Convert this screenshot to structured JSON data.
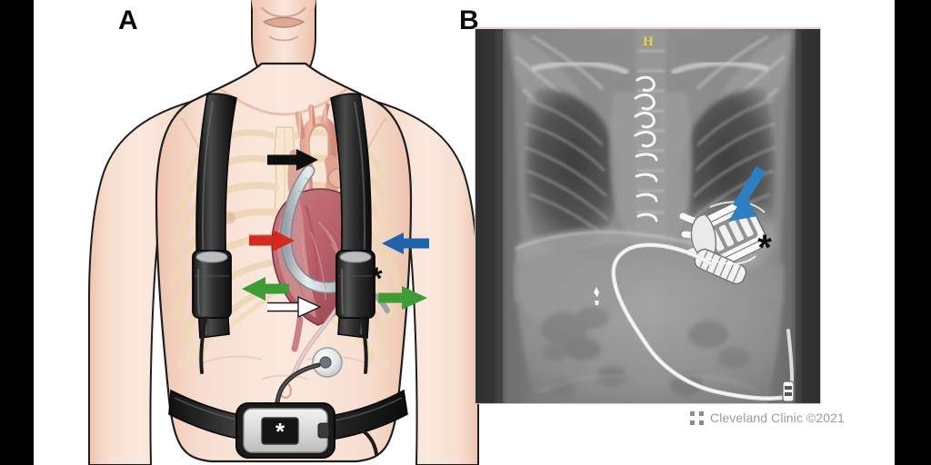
{
  "figure": {
    "panels": [
      {
        "id": "A",
        "label": "A",
        "type": "medical-illustration",
        "description": "Anterior view illustration of a male torso wearing a ventricular assist device wearable system, with the chest rendered transparent to show the heart, great vessels and the implanted pump cannula."
      },
      {
        "id": "B",
        "label": "B",
        "type": "radiograph",
        "description": "Frontal chest and abdominal radiograph showing the implanted pump, sternal closure wires, spine, and the driveline coursing to the exit site."
      }
    ]
  },
  "panel_a": {
    "label": "A",
    "annotations": [
      {
        "name": "black-arrow",
        "symbol": "arrow",
        "color": "#0f0f0f",
        "direction": "right",
        "points_to": "outflow graft anastomosis at the ascending aorta"
      },
      {
        "name": "red-arrow",
        "symbol": "arrow",
        "color": "#d42a20",
        "direction": "right",
        "points_to": "outflow graft along the right heart border"
      },
      {
        "name": "blue-arrow",
        "symbol": "arrow",
        "color": "#1f63ad",
        "direction": "left",
        "points_to": "implanted pump at the left ventricular apex"
      },
      {
        "name": "white-arrow",
        "symbol": "arrow",
        "color": "#ffffff",
        "direction": "right",
        "points_to": "driveline tunnelled through the abdominal wall"
      },
      {
        "name": "green-arrow-left",
        "symbol": "arrow",
        "color": "#3f9b35",
        "direction": "left",
        "points_to": "wearable battery on the right shoulder strap"
      },
      {
        "name": "green-arrow-right",
        "symbol": "arrow",
        "color": "#3f9b35",
        "direction": "right",
        "points_to": "wearable battery on the left shoulder strap"
      },
      {
        "name": "asterisk-chest",
        "symbol": "*",
        "color": "#0f0f0f",
        "points_to": "driveline"
      }
    ],
    "controller": {
      "name": "belt-mounted-controller",
      "screen_symbol": "*",
      "screen_color": "#151515",
      "body_color": "#dedede"
    },
    "exit_site": {
      "name": "driveline-exit-site",
      "label": ""
    }
  },
  "panel_b": {
    "label": "B",
    "markers": [
      {
        "name": "orientation-marker",
        "text": "H",
        "color": "#e8d63c"
      },
      {
        "name": "blue-arrow",
        "symbol": "arrow",
        "color": "#2d7fc1",
        "direction": "down-left",
        "points_to": "implanted pump"
      },
      {
        "name": "asterisk",
        "symbol": "*",
        "color": "#0a0a0a",
        "points_to": "pump outflow graft / driveline"
      }
    ],
    "structures": [
      "sternal closure wires",
      "thoracic and lumbar spine",
      "diaphragm",
      "implanted pump",
      "driveline",
      "surgical clip"
    ]
  },
  "credit": {
    "organization": "Cleveland Clinic",
    "copyright": "©2021",
    "full_text": "Cleveland Clinic ©2021",
    "logo_name": "cleveland-clinic-logo"
  },
  "colors": {
    "arrow_black": "#0f0f0f",
    "arrow_red": "#d42a20",
    "arrow_blue": "#1f63ad",
    "arrow_green": "#3f9b35",
    "arrow_white": "#ffffff",
    "xray_arrow_blue": "#2d7fc1",
    "marker_yellow": "#e8d63c",
    "skin": "#f5d9c8",
    "strap_black": "#2b2b2b",
    "credit_gray": "#9a9a9a",
    "background": "#ffffff",
    "letterbox": "#000000"
  }
}
